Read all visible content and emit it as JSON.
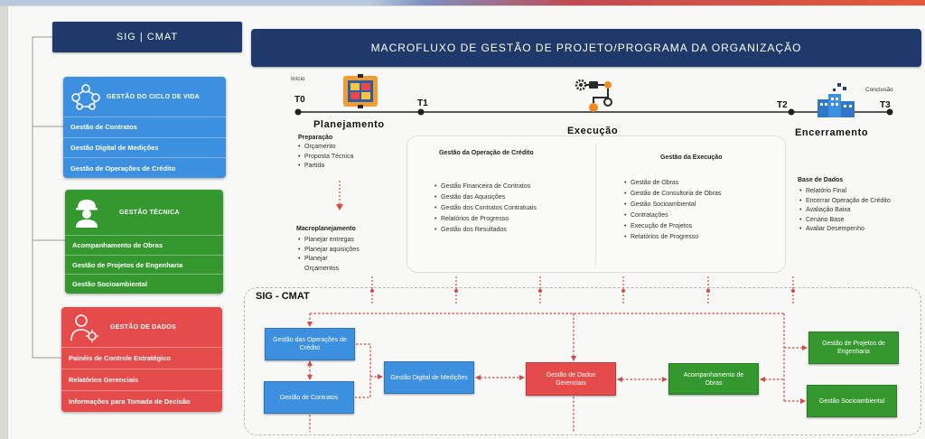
{
  "header": {
    "sig_title": "SIG | CMAT",
    "main_title": "MACROFLUXO DE GESTÃO DE PROJETO/PROGRAMA DA ORGANIZAÇÃO"
  },
  "colors": {
    "navy": "#1f3a6a",
    "blue": "#3d8fe0",
    "green": "#34982f",
    "red": "#e54b4b",
    "connector": "#d44a44"
  },
  "modules": [
    {
      "title": "GESTÃO DO CICLO DE VIDA",
      "icon": "network-icon",
      "color": "blue",
      "items": [
        "Gestão de Contratos",
        "Gestão Digital de Medições",
        "Gestão de Operações de Crédito"
      ]
    },
    {
      "title": "GESTÃO TÉCNICA",
      "icon": "engineer-icon",
      "color": "green",
      "items": [
        "Acompanhamento de Obras",
        "Gestão de Projetos de Engenharia",
        "Gestão Socioambiental"
      ]
    },
    {
      "title": "GESTÃO DE DADOS",
      "icon": "data-analyst-icon",
      "color": "red",
      "items": [
        "Painéis de Controle Estratégico",
        "Relatórios Gerenciais",
        "Informações para Tomada de Decisão"
      ]
    }
  ],
  "timeline": {
    "start_label": "Início",
    "end_label": "Conclusão",
    "milestones": [
      "T0",
      "T1",
      "T2",
      "T3"
    ]
  },
  "planejamento": {
    "title": "Planejamento",
    "icon": "planning-board-icon",
    "groups": [
      {
        "title": "Preparação",
        "items": [
          "Orçamento",
          "Proposta Técnica",
          "Partida"
        ]
      },
      {
        "title": "Macroplanejamento",
        "items": [
          "Planejar entregas",
          "Planejar aquisições",
          "Planejar Orçamentos"
        ]
      }
    ]
  },
  "execucao": {
    "title": "Execução",
    "icon": "workflow-gears-icon",
    "panels": [
      {
        "title": "Gestão da Operação de Crédito",
        "items": [
          "Gestão Financeira de Contratos",
          "Gestão das Aquisições",
          "Gestão dos Contratos Contratuais",
          "Relatórios de Progresso",
          "Gestão dos Resultados"
        ]
      },
      {
        "title": "Gestão da Execução",
        "items": [
          "Gestão de Obras",
          "Gestão de Consultoria de Obras",
          "Gestão Socioambiental",
          "Contratações",
          "Execução de Projetos",
          "Relatórios de Progresso"
        ]
      }
    ]
  },
  "encerramento": {
    "title": "Encerramento",
    "icon": "city-blocks-icon",
    "group": {
      "title": "Base de Dados",
      "items": [
        "Relatório Final",
        "Encerrar Operação de Crédito",
        "Avaliação Baixa",
        "Cenário Base",
        "Avaliar Desempenho"
      ]
    }
  },
  "sig": {
    "title": "SIG - CMAT",
    "boxes": [
      {
        "label": "Gestão das Operações de Crédito",
        "color": "blue"
      },
      {
        "label": "Gestão de Contratos",
        "color": "blue"
      },
      {
        "label": "Gestão Digital de Medições",
        "color": "blue"
      },
      {
        "label": "Gestão de Dados Gerenciais",
        "color": "red"
      },
      {
        "label": "Acompanhamento de Obras",
        "color": "green"
      },
      {
        "label": "Gestão de Projetos de Engenharia",
        "color": "green"
      },
      {
        "label": "Gestão Socioambiental",
        "color": "green"
      }
    ]
  }
}
